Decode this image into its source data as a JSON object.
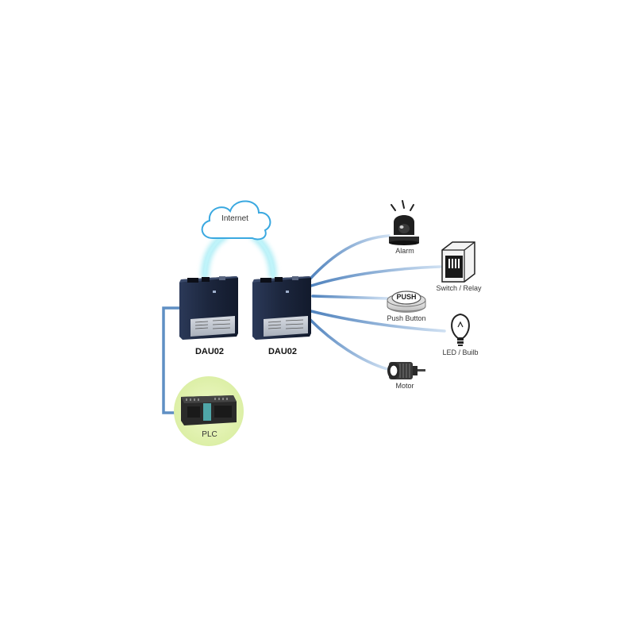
{
  "cloud": {
    "label": "Internet"
  },
  "devices": [
    {
      "id": "dau-left",
      "label": "DAU02"
    },
    {
      "id": "dau-right",
      "label": "DAU02"
    }
  ],
  "plc": {
    "label": "PLC"
  },
  "peripherals": [
    {
      "id": "alarm",
      "label": "Alarm",
      "icon": "alarm-icon"
    },
    {
      "id": "switch",
      "label": "Switch / Relay",
      "icon": "relay-icon"
    },
    {
      "id": "push",
      "label": "Push Button",
      "icon": "push-button-icon",
      "button_text": "PUSH"
    },
    {
      "id": "led",
      "label": "LED / Builb",
      "icon": "bulb-icon"
    },
    {
      "id": "motor",
      "label": "Motor",
      "icon": "motor-icon"
    }
  ],
  "colors": {
    "device_body": "#1f2b44",
    "device_panel": "#c9ced6",
    "link_blue": "#5f8fc4",
    "glow": "#7fe3f0",
    "plc_bg": "#e6f3b8",
    "cloud_stroke": "#3aa8e0"
  }
}
